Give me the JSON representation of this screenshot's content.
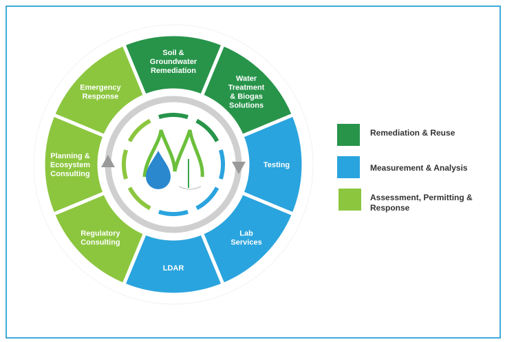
{
  "colors": {
    "remediation": "#27944a",
    "measurement": "#2aa4de",
    "assessment": "#8cc63f",
    "gray": "#c9c9c9",
    "frame": "#3fa9dc"
  },
  "wheel": [
    {
      "label": [
        "Soil &",
        "Groundwater",
        "Remediation"
      ],
      "category": "remediation"
    },
    {
      "label": [
        "Water",
        "Treatment",
        "& Biogas",
        "Solutions"
      ],
      "category": "remediation"
    },
    {
      "label": [
        "Testing"
      ],
      "category": "measurement"
    },
    {
      "label": [
        "Lab",
        "Services"
      ],
      "category": "measurement"
    },
    {
      "label": [
        "LDAR"
      ],
      "category": "measurement"
    },
    {
      "label": [
        "Regulatory",
        "Consulting"
      ],
      "category": "assessment"
    },
    {
      "label": [
        "Planning &",
        "Ecosystem",
        "Consulting"
      ],
      "category": "assessment"
    },
    {
      "label": [
        "Emergency",
        "Response"
      ],
      "category": "assessment"
    }
  ],
  "legend": [
    {
      "label": "Remediation & Reuse",
      "category": "remediation"
    },
    {
      "label": "Measurement & Analysis",
      "category": "measurement"
    },
    {
      "label": "Assessment, Permitting & Response",
      "category": "assessment"
    }
  ]
}
